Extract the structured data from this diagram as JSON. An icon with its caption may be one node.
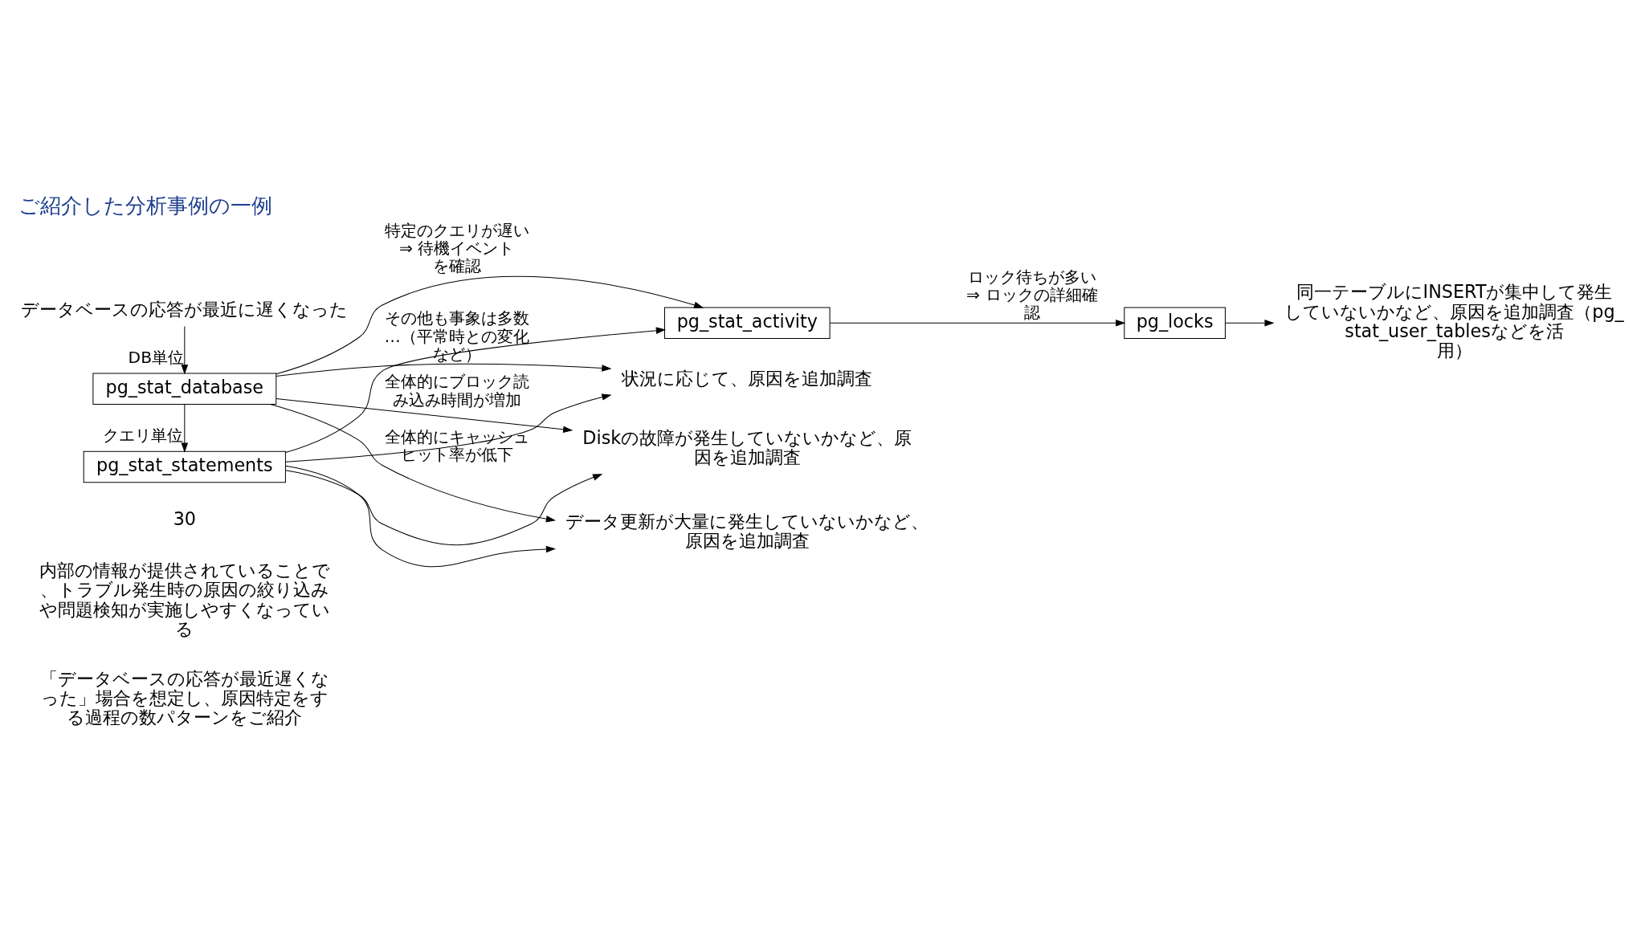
{
  "diagram": {
    "title": "ご紹介した分析事例の一例",
    "nodes": [
      {
        "text": [
          "データベースの応答が最近に遅くなった"
        ]
      },
      {
        "text": [
          "pg_stat_database"
        ]
      },
      {
        "text": [
          "pg_stat_statements"
        ]
      },
      {
        "text": [
          "pg_stat_activity"
        ]
      },
      {
        "text": [
          "pg_locks"
        ]
      },
      {
        "text": [
          "同一テーブルにINSERTが集中して発生していないかなど、原因を追加調査（pg_stat_user_tablesなどを活用）"
        ]
      },
      {
        "text": [
          "データ更新が大量に発生していないかなど、原因を追加調査"
        ]
      },
      {
        "text": [
          "Diskの故障が発生していないかなど、原因を追加調査"
        ]
      },
      {
        "text": [
          "状況に応じて、原因を追加調査"
        ]
      }
    ],
    "edges": [
      {
        "from": 0,
        "to": 1,
        "arrow": "to",
        "label": "DB単位"
      },
      {
        "from": 1,
        "to": 2,
        "arrow": "to",
        "label": "クエリ単位"
      },
      {
        "from": 1,
        "to": 3,
        "arrow": "to",
        "label": "特定のクエリが遅い ⇒ 待機イベントを確認"
      },
      {
        "from": 2,
        "to": 3,
        "arrow": "to"
      },
      {
        "from": 3,
        "to": 4,
        "arrow": "to",
        "label": "ロック待ちが多い ⇒ ロックの詳細確認"
      },
      {
        "from": 4,
        "to": 5,
        "arrow": "to"
      },
      {
        "from": 1,
        "to": 6,
        "arrow": "to",
        "label": "全体的にキャッシュヒット率が低下"
      },
      {
        "from": 2,
        "to": 6,
        "arrow": "to"
      },
      {
        "from": 1,
        "to": 7,
        "arrow": "to",
        "label": "全体的にブロック読み込み時間が増加"
      },
      {
        "from": 2,
        "to": 7,
        "arrow": "to"
      },
      {
        "from": 1,
        "to": 8,
        "arrow": "to",
        "label": "その他も事象は多数…（平常時との変化など）"
      },
      {
        "from": 2,
        "to": 8,
        "arrow": "to"
      }
    ],
    "labels": [
      "「データベースの応答が最近遅くなった」場合を想定し、原因特定をする過程の数パターンをご紹介",
      "内部の情報が提供されていることで、トラブル発生時の原因の絞り込みや問題検知が実施しやすくなっている",
      "30"
    ]
  }
}
